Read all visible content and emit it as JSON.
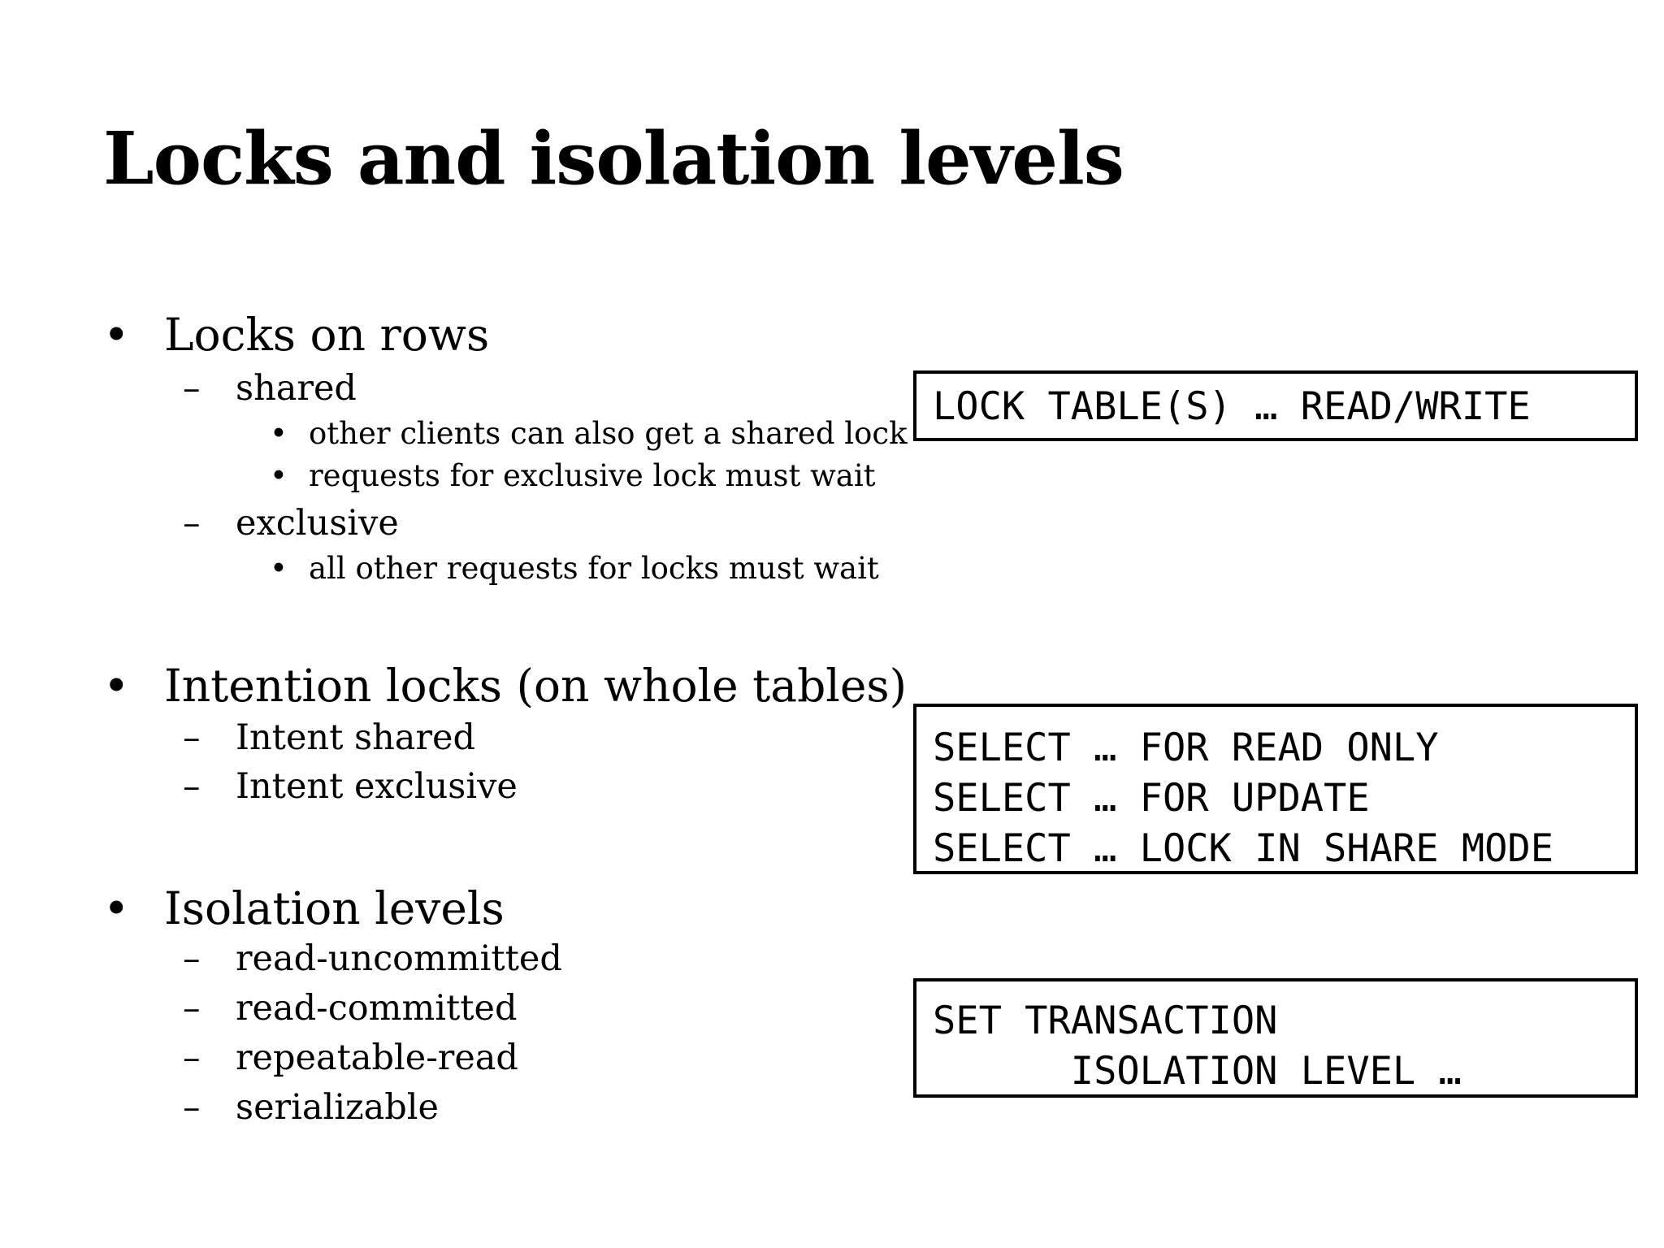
{
  "title": "Locks and isolation levels",
  "sections": [
    {
      "heading": "Locks on rows",
      "items": [
        {
          "label": "shared",
          "subitems": [
            "other clients can also get a shared lock",
            "requests for exclusive lock must wait"
          ]
        },
        {
          "label": "exclusive",
          "subitems": [
            "all other requests for locks must wait"
          ]
        }
      ]
    },
    {
      "heading": "Intention locks (on whole tables)",
      "items": [
        {
          "label": "Intent shared"
        },
        {
          "label": "Intent exclusive"
        }
      ]
    },
    {
      "heading": "Isolation levels",
      "items": [
        {
          "label": "read-uncommitted"
        },
        {
          "label": "read-committed"
        },
        {
          "label": "repeatable-read"
        },
        {
          "label": "serializable"
        }
      ]
    }
  ],
  "code_boxes": [
    {
      "lines": [
        "LOCK TABLE(S) … READ/WRITE"
      ]
    },
    {
      "lines": [
        "SELECT … FOR READ ONLY",
        "SELECT … FOR UPDATE",
        "SELECT … LOCK IN SHARE MODE"
      ]
    },
    {
      "lines": [
        "SET TRANSACTION",
        "      ISOLATION LEVEL …"
      ]
    }
  ],
  "markers": {
    "bullet": "•",
    "dash": "–"
  }
}
